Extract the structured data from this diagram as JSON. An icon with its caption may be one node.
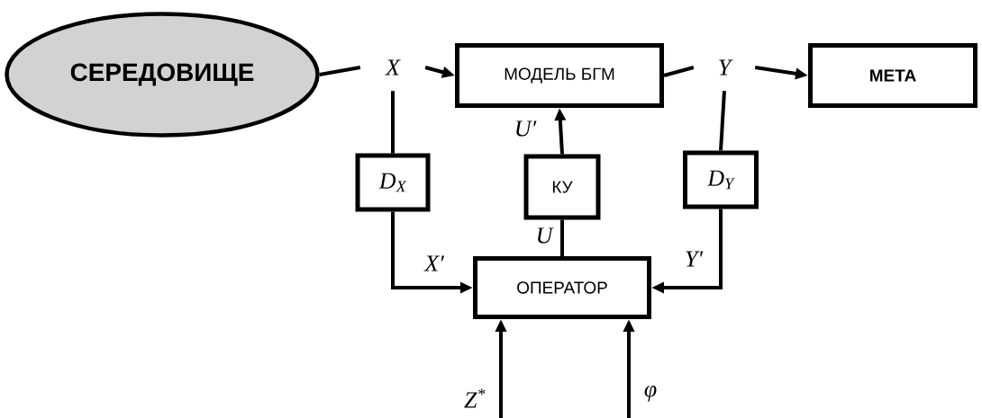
{
  "diagram": {
    "nodes": [
      {
        "text": [
          "СЕРЕДОВИЩЕ"
        ]
      },
      {
        "text": [
          "X"
        ]
      },
      {
        "text": [
          "МОДЕЛЬ БГМ"
        ]
      },
      {
        "text": [
          "Y"
        ]
      },
      {
        "text": [
          "МЕТА"
        ]
      },
      {
        "text": [
          "D$_{X}$"
        ]
      },
      {
        "text": [
          "КУ"
        ]
      },
      {
        "text": [
          "D$_{Y}$"
        ]
      },
      {
        "text": [
          "ОПЕРАТОР"
        ]
      }
    ],
    "edges": [
      {
        "from": 0,
        "to": 1,
        "arrow": "none"
      },
      {
        "from": 1,
        "to": 2,
        "arrow": "to"
      },
      {
        "from": 2,
        "to": 3,
        "arrow": "none"
      },
      {
        "from": 3,
        "to": 4,
        "arrow": "to"
      },
      {
        "from": 1,
        "to": 5,
        "arrow": "none"
      },
      {
        "from": 5,
        "to": 8,
        "arrow": "to",
        "label": "X′"
      },
      {
        "from": 6,
        "to": 2,
        "arrow": "to",
        "label": "U′"
      },
      {
        "from": 8,
        "to": 6,
        "arrow": "none",
        "label": "U"
      },
      {
        "from": 3,
        "to": 7,
        "arrow": "none"
      },
      {
        "from": 7,
        "to": 8,
        "arrow": "to",
        "label": "Y′"
      },
      {
        "from": null,
        "to": 8,
        "arrow": "to",
        "label": "Z$^{*}$"
      },
      {
        "from": null,
        "to": 8,
        "arrow": "to",
        "label": "φ"
      }
    ]
  }
}
